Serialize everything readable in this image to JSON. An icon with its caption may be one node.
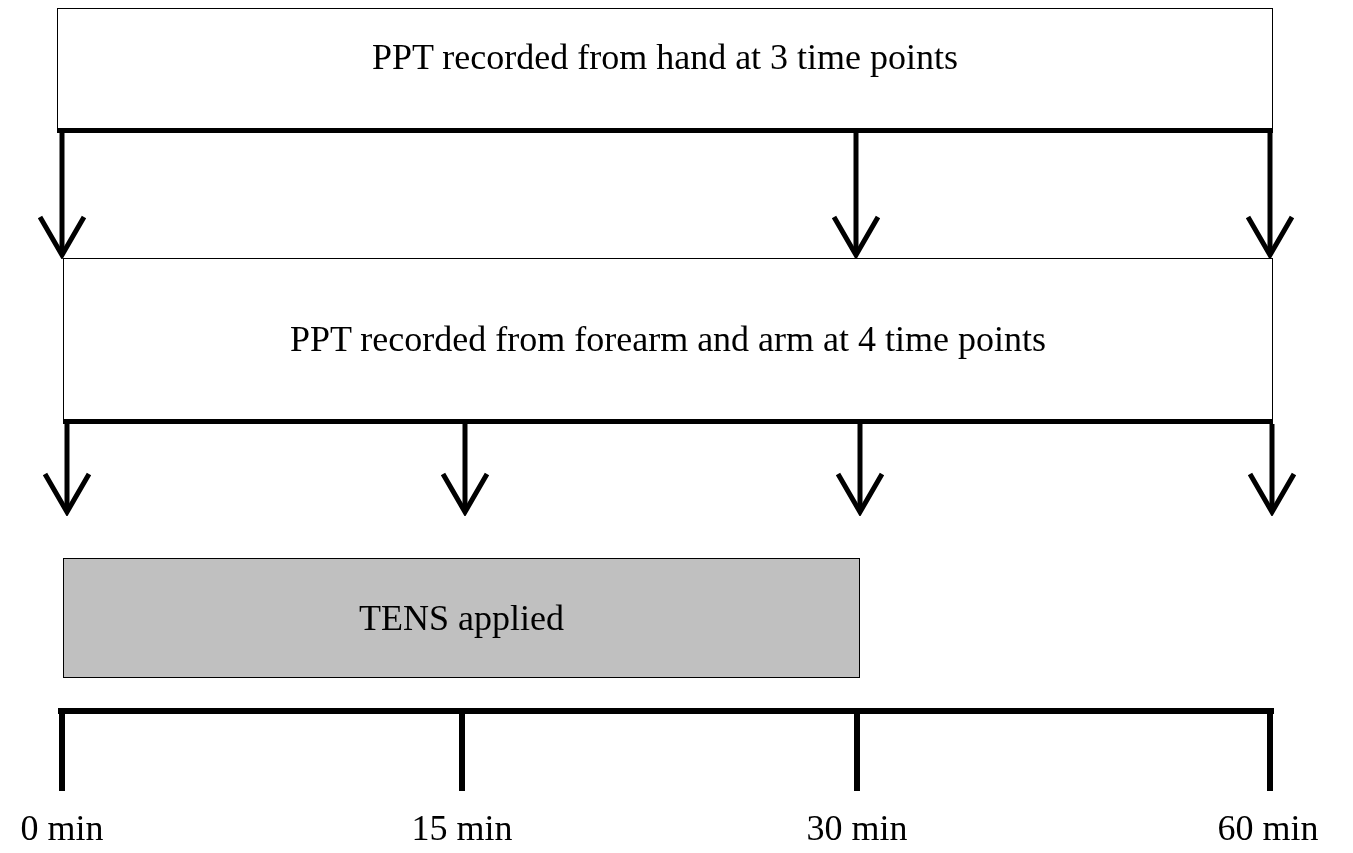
{
  "diagram": {
    "nodes": [
      {
        "text": [
          "PPT recorded from hand at 3 time points"
        ]
      },
      {
        "text": [
          "PPT recorded from forearm and arm at 4 time points"
        ]
      },
      {
        "text": [
          "TENS applied"
        ]
      }
    ],
    "edges": [
      {
        "from": 0,
        "to": 1,
        "arrow": "to"
      },
      {
        "from": 0,
        "to": 1,
        "arrow": "to"
      },
      {
        "from": 0,
        "to": 1,
        "arrow": "to"
      },
      {
        "from": 1,
        "to": null,
        "arrow": "to"
      },
      {
        "from": 1,
        "to": null,
        "arrow": "to"
      },
      {
        "from": 1,
        "to": null,
        "arrow": "to"
      },
      {
        "from": 1,
        "to": null,
        "arrow": "to"
      }
    ],
    "labels": [
      "0 min",
      "15 min",
      "30 min",
      "60 min"
    ]
  }
}
